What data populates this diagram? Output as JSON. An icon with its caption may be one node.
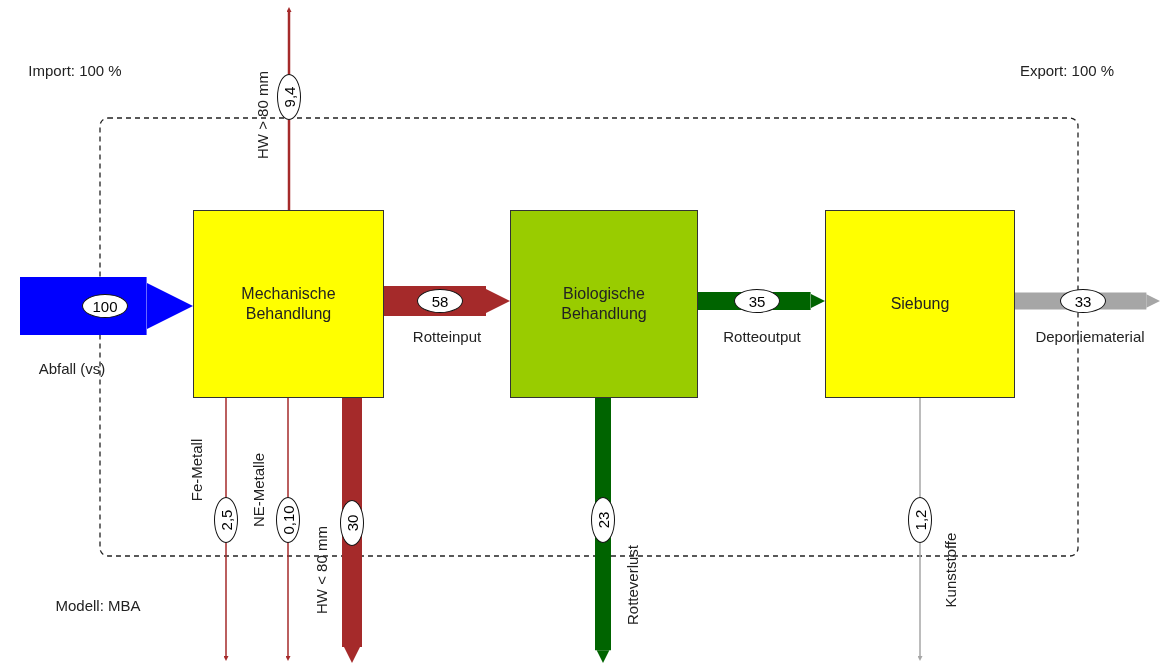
{
  "diagram": {
    "nodes": [
      {
        "text": [
          "Mechanische Behandlung"
        ]
      },
      {
        "text": [
          "Biologische Behandlung"
        ]
      },
      {
        "text": [
          "Siebung"
        ]
      }
    ],
    "edges": [
      {
        "from": null,
        "to": 0,
        "arrow": "to",
        "label": "100",
        "style": "thick",
        "color": "#0000ff"
      },
      {
        "from": 0,
        "to": 1,
        "arrow": "to",
        "label": "58",
        "style": "thick"
      },
      {
        "from": 1,
        "to": 2,
        "arrow": "to",
        "label": "35",
        "color": "#006400"
      },
      {
        "from": 2,
        "to": null,
        "arrow": "to",
        "label": "33",
        "color": "#a6a6a6"
      },
      {
        "from": 0,
        "to": null,
        "arrow": "to",
        "label": "9,4"
      },
      {
        "from": 0,
        "to": null,
        "arrow": "to",
        "label": "2,5"
      },
      {
        "from": 0,
        "to": null,
        "arrow": "to",
        "label": "0,10"
      },
      {
        "from": 0,
        "to": null,
        "arrow": "to",
        "label": "30"
      },
      {
        "from": 1,
        "to": null,
        "arrow": "to",
        "label": "23",
        "color": "#006400"
      },
      {
        "from": 2,
        "to": null,
        "arrow": "to",
        "label": "1,2",
        "color": "#a6a6a6"
      }
    ],
    "labels": [
      "Import: 100 %",
      "Export: 100 %",
      "HW > 80 mm",
      "Rotteinput",
      "Rotteoutput",
      "Deponiematerial",
      "Abfall (vs)",
      "Fe-Metall",
      "NE-Metalle",
      "HW < 80 mm",
      "Rotteverlust",
      "Kunststoffe",
      "Modell: MBA"
    ]
  }
}
